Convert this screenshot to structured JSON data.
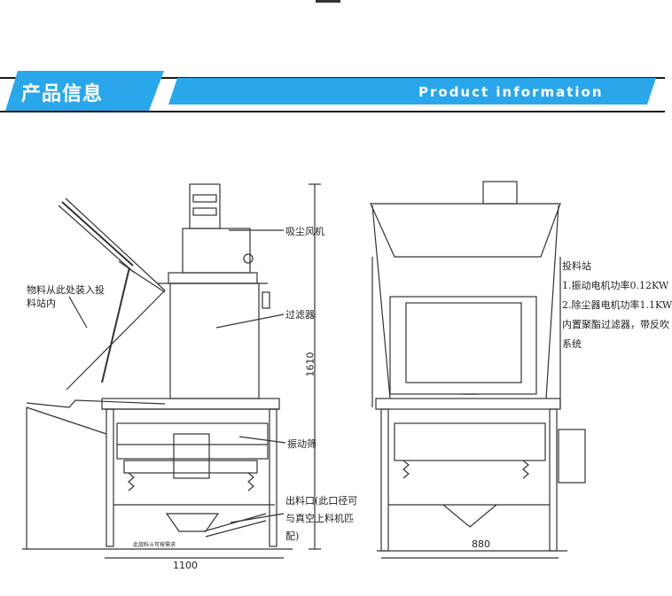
{
  "banner": {
    "title": "产品信息",
    "subtitle": "Product information",
    "colors": {
      "blue": "#2aa7ea",
      "dark": "#1b1b1b"
    }
  },
  "labels": {
    "feed_note": "物料从此处装入投料站内",
    "fan": "吸尘风机",
    "filter": "过滤器",
    "screen": "振动筛",
    "outlet": "出料口(此口径可与真空上料机匹配)",
    "small_print": "此旋料斗可按需求"
  },
  "dimensions": {
    "height": "1610",
    "width_left": "1100",
    "width_right": "880"
  },
  "notes": {
    "title": "投料站",
    "line1": "1.振动电机功率0.12KW",
    "line2": "2.除尘器电机功率1.1KW",
    "line3": "内置聚酯过滤器，带反吹",
    "line4": "系统"
  }
}
